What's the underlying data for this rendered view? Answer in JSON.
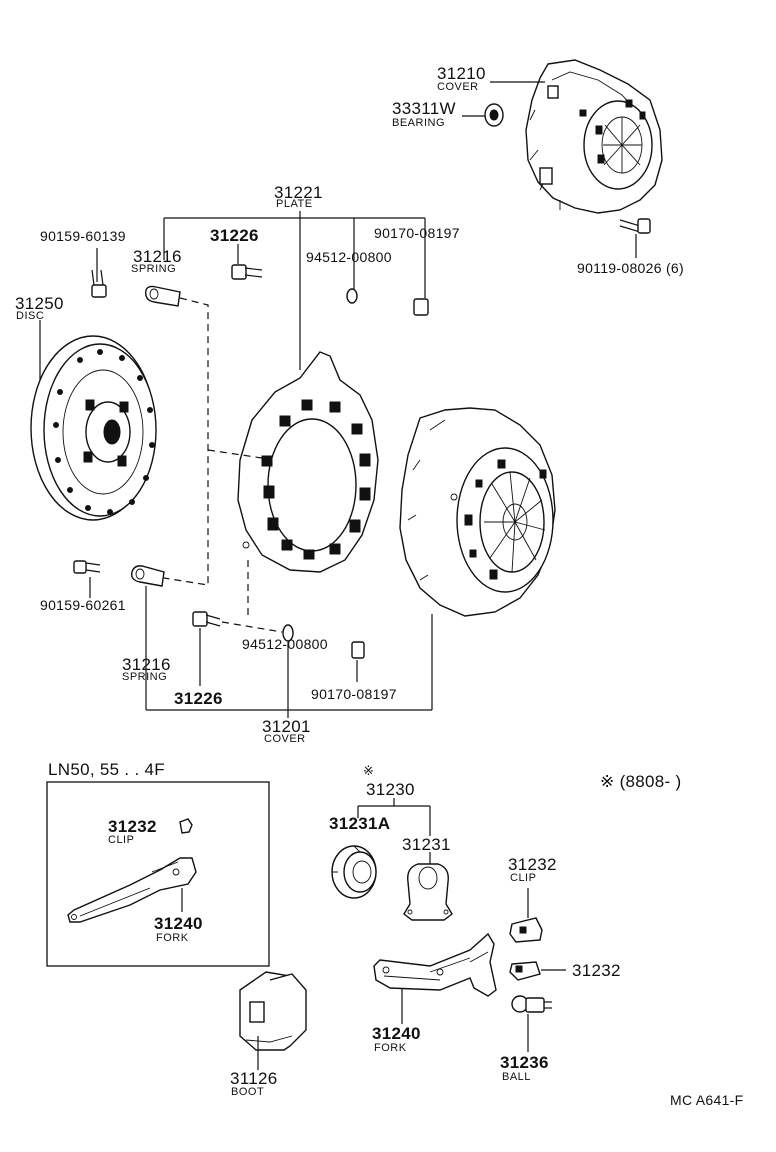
{
  "parts": {
    "cover_top": {
      "number": "31210",
      "name": "COVER"
    },
    "bearing": {
      "number": "33311W",
      "name": "BEARING"
    },
    "plate": {
      "number": "31221",
      "name": "PLATE"
    },
    "bolt_upper_left": {
      "number": "90159-60139"
    },
    "spring_upper": {
      "number": "31216",
      "name": "SPRING"
    },
    "bolt_31226_upper": {
      "number": "31226"
    },
    "washer_upper": {
      "number": "94512-00800"
    },
    "nut_upper": {
      "number": "90170-08197"
    },
    "bolt_cover_top": {
      "number": "90119-08026 (6)"
    },
    "disc": {
      "number": "31250",
      "name": "DISC"
    },
    "bolt_lower_left": {
      "number": "90159-60261"
    },
    "spring_lower": {
      "number": "31216",
      "name": "SPRING"
    },
    "bolt_31226_lower": {
      "number": "31226"
    },
    "washer_lower": {
      "number": "94512-00800"
    },
    "nut_lower": {
      "number": "90170-08197"
    },
    "cover_main": {
      "number": "31201",
      "name": "COVER"
    },
    "release_bearing_assy": {
      "number": "31230",
      "mark": "※"
    },
    "release_bearing": {
      "number": "31231A"
    },
    "release_hub": {
      "number": "31231"
    },
    "clip_right": {
      "number": "31232",
      "name": "CLIP"
    },
    "clip_right_lower": {
      "number": "31232"
    },
    "fork_right": {
      "number": "31240",
      "name": "FORK"
    },
    "ball": {
      "number": "31236",
      "name": "BALL"
    },
    "boot": {
      "number": "31126",
      "name": "BOOT"
    }
  },
  "inset": {
    "title": "LN50, 55 . . 4F",
    "clip": {
      "number": "31232",
      "name": "CLIP"
    },
    "fork": {
      "number": "31240",
      "name": "FORK"
    }
  },
  "footnote": "※ (8808-        )",
  "figure_code": "MC A641-F"
}
